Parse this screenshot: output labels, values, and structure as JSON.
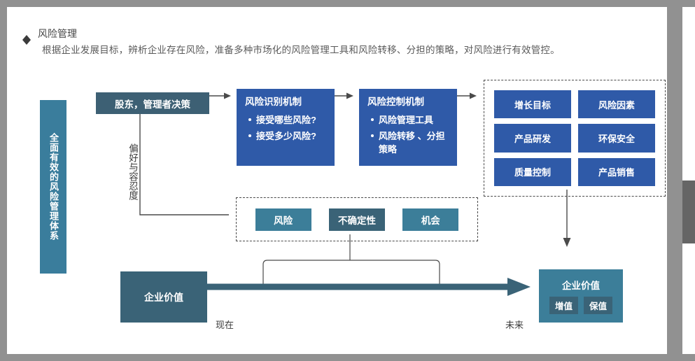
{
  "header": {
    "bullet_icon": "diamond-icon",
    "title": "风险管理",
    "description": "根据企业发展目标，辨析企业存在风险，准备多种市场化的风险管理工具和风险转移、分担的策略，对风险进行有效管控。"
  },
  "side_bar": {
    "label": "全面有效的风险管理体系",
    "color": "#3a7d9c"
  },
  "flow": {
    "decision_box": {
      "label": "股东，管理者决策",
      "color": "#3d6074"
    },
    "preference_label": "偏好与容忍度",
    "steps": [
      {
        "title": "风险识别机制",
        "bullets": [
          "接受哪些风险?",
          "接受多少风险?"
        ],
        "color": "#2f5aa8"
      },
      {
        "title": "风险控制机制",
        "bullets": [
          "风险管理工具",
          "风险转移 、分担策略"
        ],
        "color": "#2f5aa8"
      }
    ]
  },
  "goals_panel": {
    "border_style": "dashed",
    "cells": [
      "增长目标",
      "风险因素",
      "产品研发",
      "环保安全",
      "质量控制",
      "产品销售"
    ],
    "cell_color": "#2f5aa8"
  },
  "ruo_panel": {
    "border_style": "dashed",
    "cells": [
      {
        "label": "风险",
        "color": "#3c7e99"
      },
      {
        "label": "不确定性",
        "color": "#3a6377"
      },
      {
        "label": "机会",
        "color": "#3c7e99"
      }
    ]
  },
  "timeline": {
    "value_now": {
      "label": "企业价值",
      "color": "#3a6377"
    },
    "value_future": {
      "label": "企业价值",
      "tags": [
        "增值",
        "保值"
      ],
      "color": "#3c7e99",
      "tag_color": "#3a6377"
    },
    "axis_start_label": "现在",
    "axis_end_label": "未来",
    "arrow_color": "#3a6377"
  },
  "chrome": {
    "frame_color": "#919191",
    "scrollbar_track_color": "#919191",
    "scrollbar_thumb_color": "#656565"
  }
}
